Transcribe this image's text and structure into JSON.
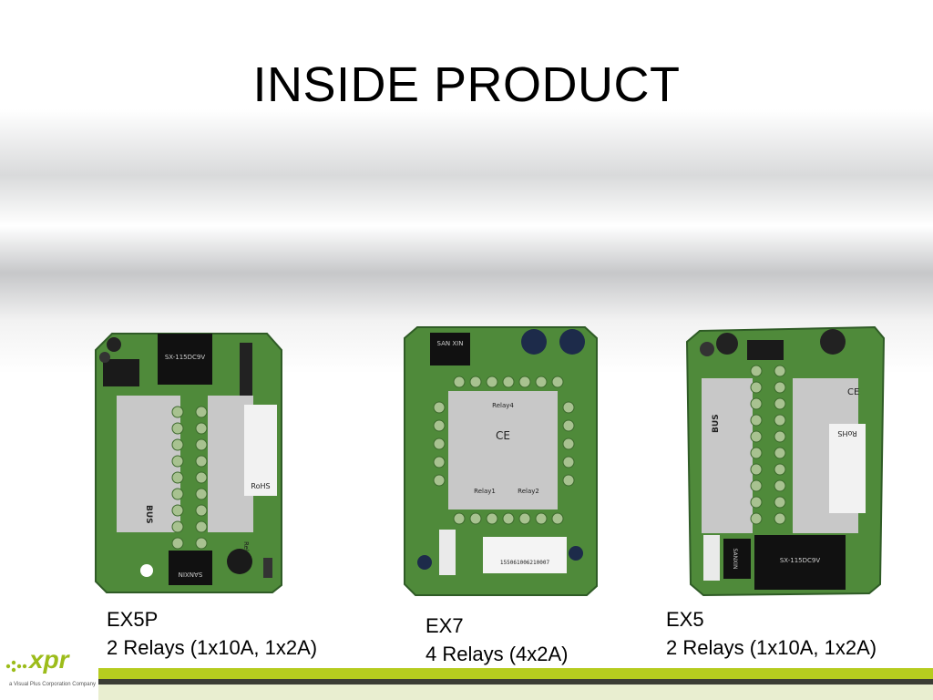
{
  "slide": {
    "title": "INSIDE PRODUCT"
  },
  "products": [
    {
      "name": "EX5P",
      "desc": "2 Relays (1x10A, 1x2A)"
    },
    {
      "name": "EX7",
      "desc": "4 Relays (4x2A)"
    },
    {
      "name": "EX5",
      "desc": "2 Relays (1x10A, 1x2A)"
    }
  ],
  "board_labels": {
    "ex5p": {
      "relay": "SX-115DC9V",
      "rohs": "RoHS",
      "bus": "BUS",
      "relay2": "Relay 2",
      "sanxin": "SANXIN"
    },
    "ex7": {
      "brand": "SAN XIN",
      "relay4": "Relay4",
      "relay1": "Relay1",
      "relay2": "Relay2",
      "ce": "CE",
      "barcode": "155061006210007"
    },
    "ex5": {
      "relay": "SX-115DC9V",
      "rohs": "RoHS",
      "bus": "BUS",
      "sanxin": "SANXIN",
      "ce": "CE"
    }
  },
  "footer": {
    "logo_text": "xpr",
    "logo_sub": "a Visual Plus Corporation Company"
  },
  "colors": {
    "pcb": "#4f8a3a",
    "pcb_dark": "#2f5b26",
    "bar_green": "#b6cc1f",
    "bar_dark": "#3b3d35"
  }
}
